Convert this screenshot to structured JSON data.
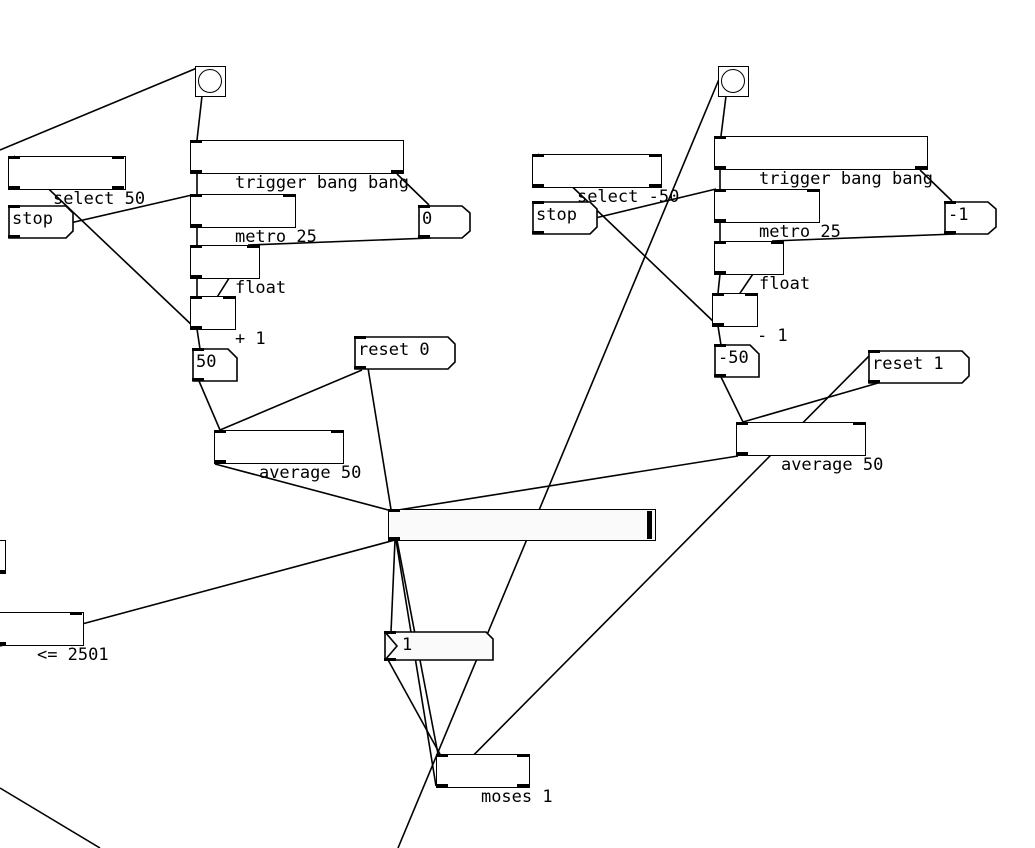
{
  "patch": {
    "left": {
      "select": "select 50",
      "stop": "stop",
      "trigger": "trigger bang bang",
      "metro": "metro 25",
      "zero_msg": "0",
      "float": "float",
      "plus": "+ 1",
      "value_msg": "50",
      "reset_msg": "reset 0",
      "average": "average 50"
    },
    "right": {
      "select": "select -50",
      "stop": "stop",
      "trigger": "trigger bang bang",
      "metro": "metro 25",
      "minus_one_msg": "-1",
      "float": "float",
      "minus": "- 1",
      "value_msg": "-50",
      "reset_msg": "reset 1",
      "average": "average 50"
    },
    "center": {
      "compare": "<= 2501",
      "number": "1",
      "moses": "moses 1"
    }
  },
  "colors": {
    "line": "#000000",
    "background": "#ffffff",
    "slider_bg": "#fafafa"
  },
  "icons": {
    "bang": "bang-circle-icon",
    "slider": "horizontal-slider-icon"
  }
}
